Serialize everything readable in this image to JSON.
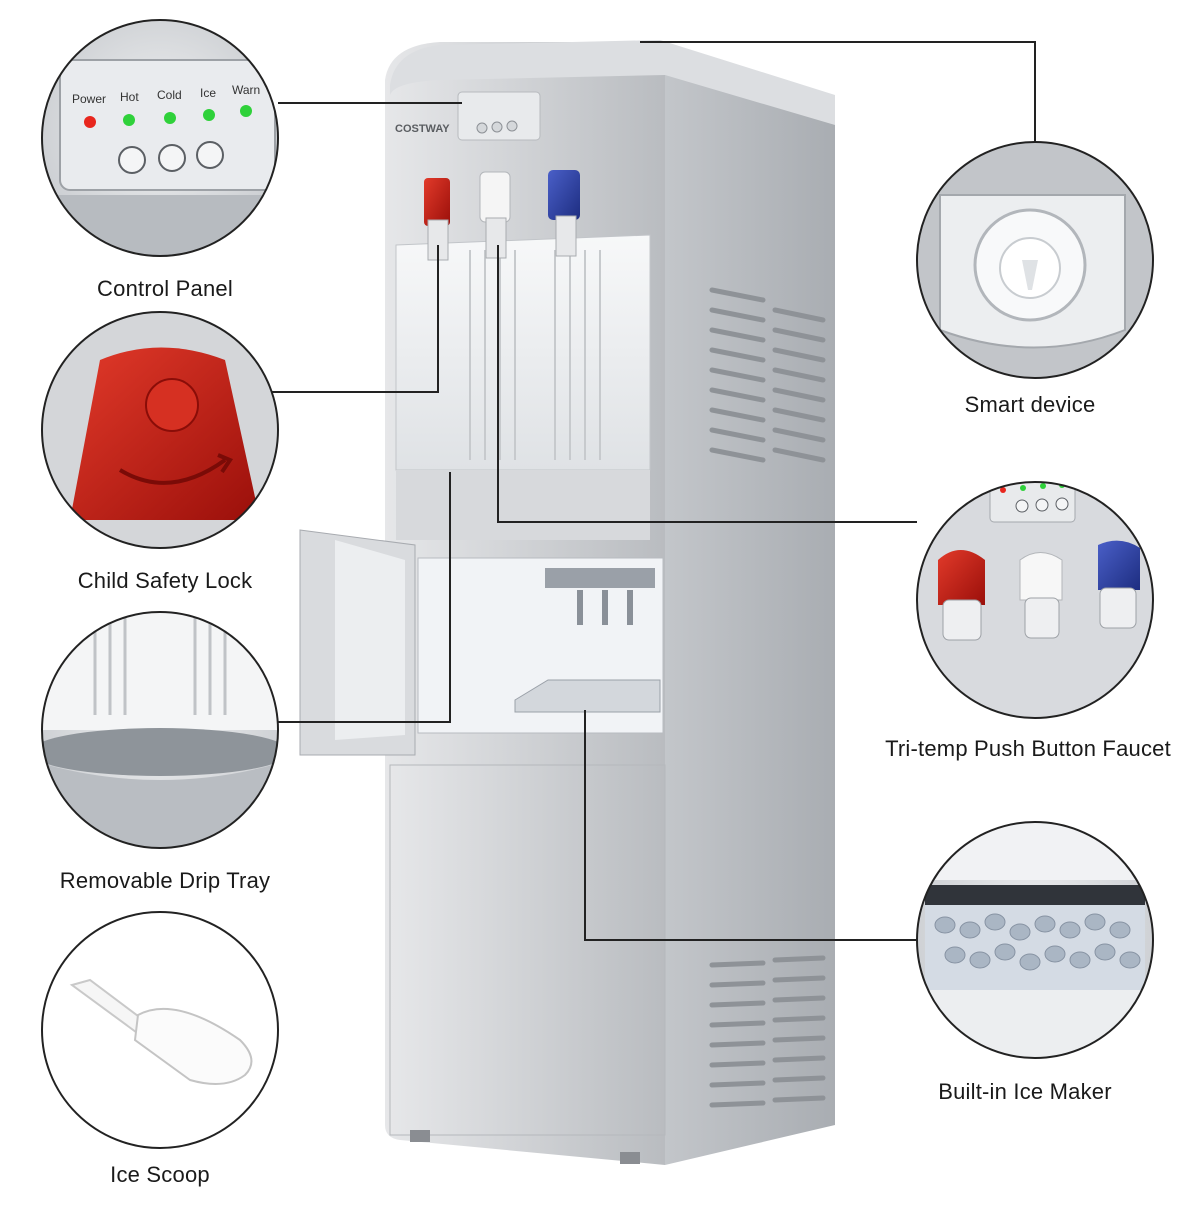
{
  "product": {
    "brand": "COSTWAY",
    "panel_labels": [
      "Power",
      "Hot",
      "Cold",
      "Ice",
      "Warn"
    ]
  },
  "features": {
    "control_panel": "Control Panel",
    "child_safety_lock": "Child Safety Lock",
    "removable_drip_tray": "Removable Drip Tray",
    "ice_scoop": "Ice Scoop",
    "smart_device": "Smart device",
    "tri_temp_faucet": "Tri-temp Push Button Faucet",
    "ice_maker": "Built-in Ice Maker"
  },
  "colors": {
    "body_silver": "#c9ccd0",
    "hot_red": "#c0150f",
    "cold_white": "#f2f2f2",
    "ice_blue": "#2a3fa0",
    "led_green": "#2fd13a",
    "led_red": "#e8261d"
  }
}
